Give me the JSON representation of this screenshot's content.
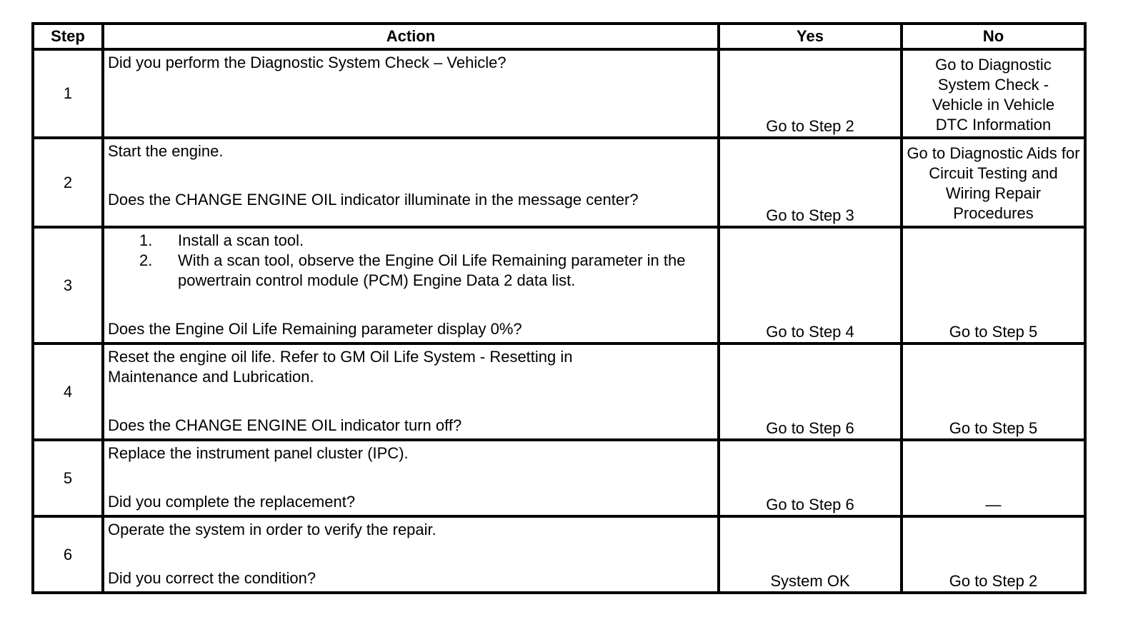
{
  "table": {
    "headers": {
      "step": "Step",
      "action": "Action",
      "yes": "Yes",
      "no": "No"
    },
    "rows": [
      {
        "step": "1",
        "action_top": "Did you perform the Diagnostic System Check – Vehicle?",
        "action_question": "",
        "yes": "Go to Step 2",
        "no": "Go to Diagnostic System Check - Vehicle in Vehicle DTC Information"
      },
      {
        "step": "2",
        "action_top": "Start the engine.",
        "action_question": "Does the CHANGE ENGINE OIL indicator illuminate in the message center?",
        "yes": "Go to Step 3",
        "no": "Go to Diagnostic Aids for Circuit Testing and Wiring Repair Procedures"
      },
      {
        "step": "3",
        "substeps": [
          {
            "num": "1.",
            "text": "Install a scan tool."
          },
          {
            "num": "2.",
            "text": "With a scan tool, observe the Engine Oil Life Remaining parameter in the powertrain control module (PCM) Engine Data 2 data list."
          }
        ],
        "action_question": "Does the Engine Oil Life Remaining parameter display 0%?",
        "yes": "Go to Step 4",
        "no": "Go to Step 5"
      },
      {
        "step": "4",
        "action_top": "Reset the engine oil life. Refer to GM Oil Life System - Resetting in Maintenance and Lubrication.",
        "action_question": "Does the CHANGE ENGINE OIL indicator turn off?",
        "yes": "Go to Step 6",
        "no": "Go to Step 5"
      },
      {
        "step": "5",
        "action_top": "Replace the instrument panel cluster (IPC).",
        "action_question": "Did you complete the replacement?",
        "yes": "Go to Step 6",
        "no": "—"
      },
      {
        "step": "6",
        "action_top": "Operate the system in order to verify the repair.",
        "action_question": "Did you correct the condition?",
        "yes": "System OK",
        "no": "Go to Step 2"
      }
    ]
  }
}
